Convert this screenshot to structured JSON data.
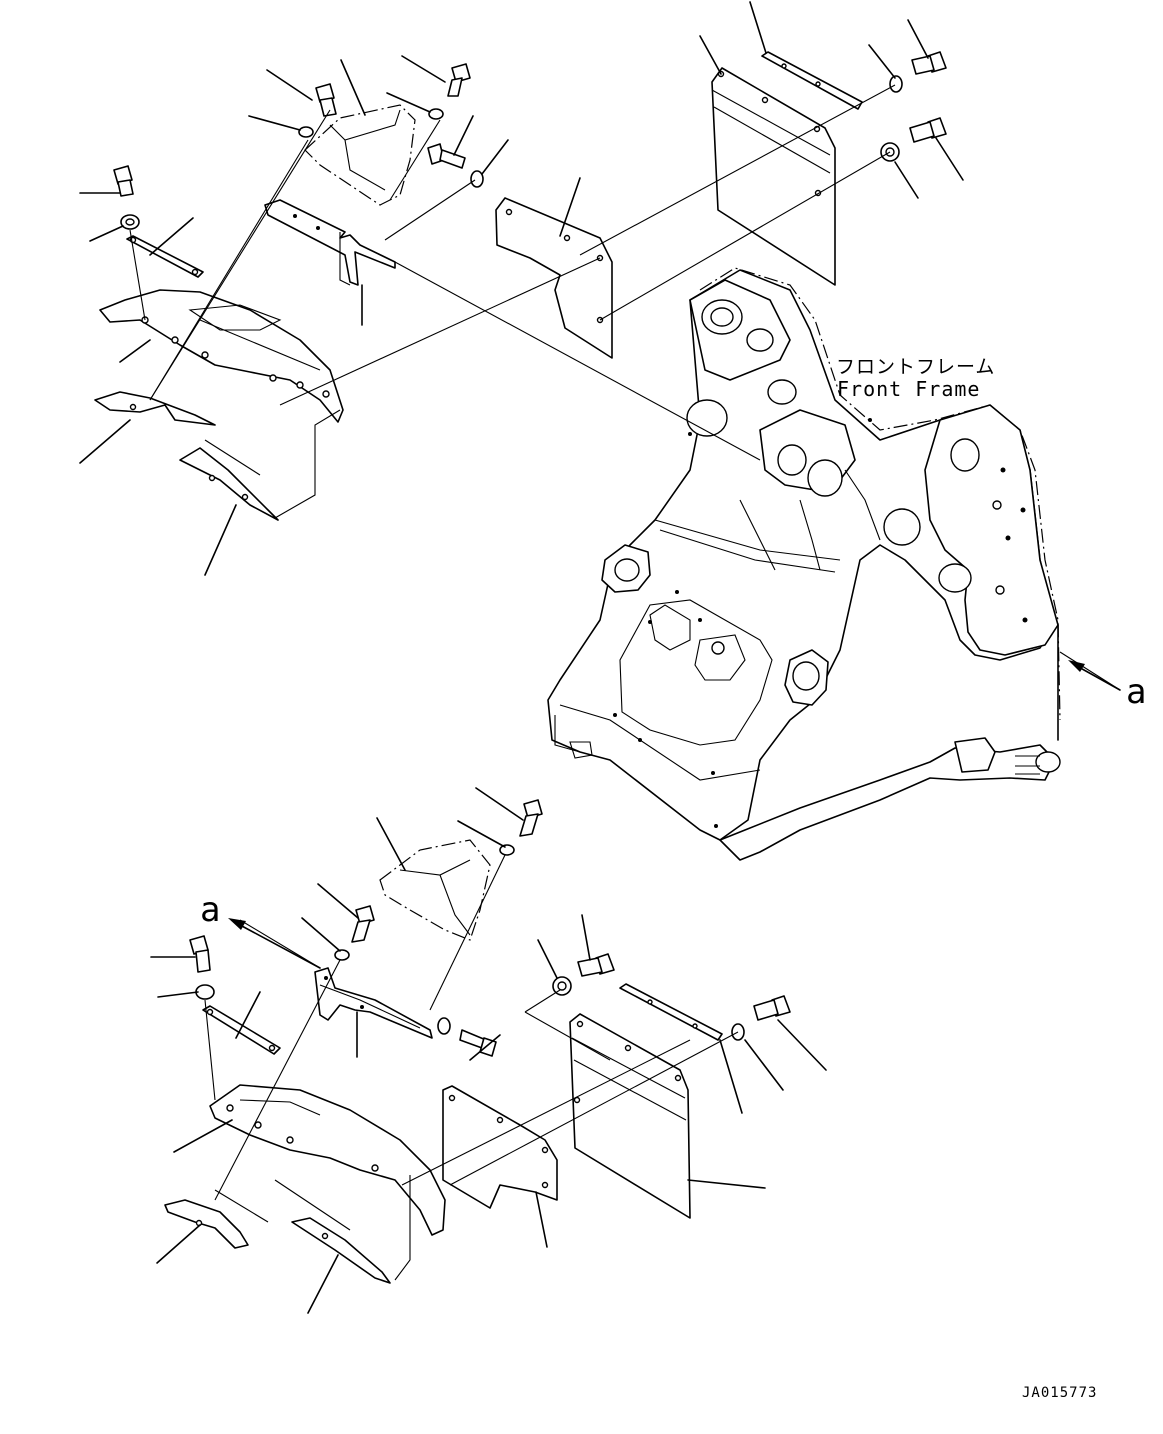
{
  "frame_label": {
    "japanese": "フロントフレーム",
    "english": "Front Frame"
  },
  "view_markers": {
    "right": "a",
    "left": "a"
  },
  "drawing_code": "JA015773"
}
